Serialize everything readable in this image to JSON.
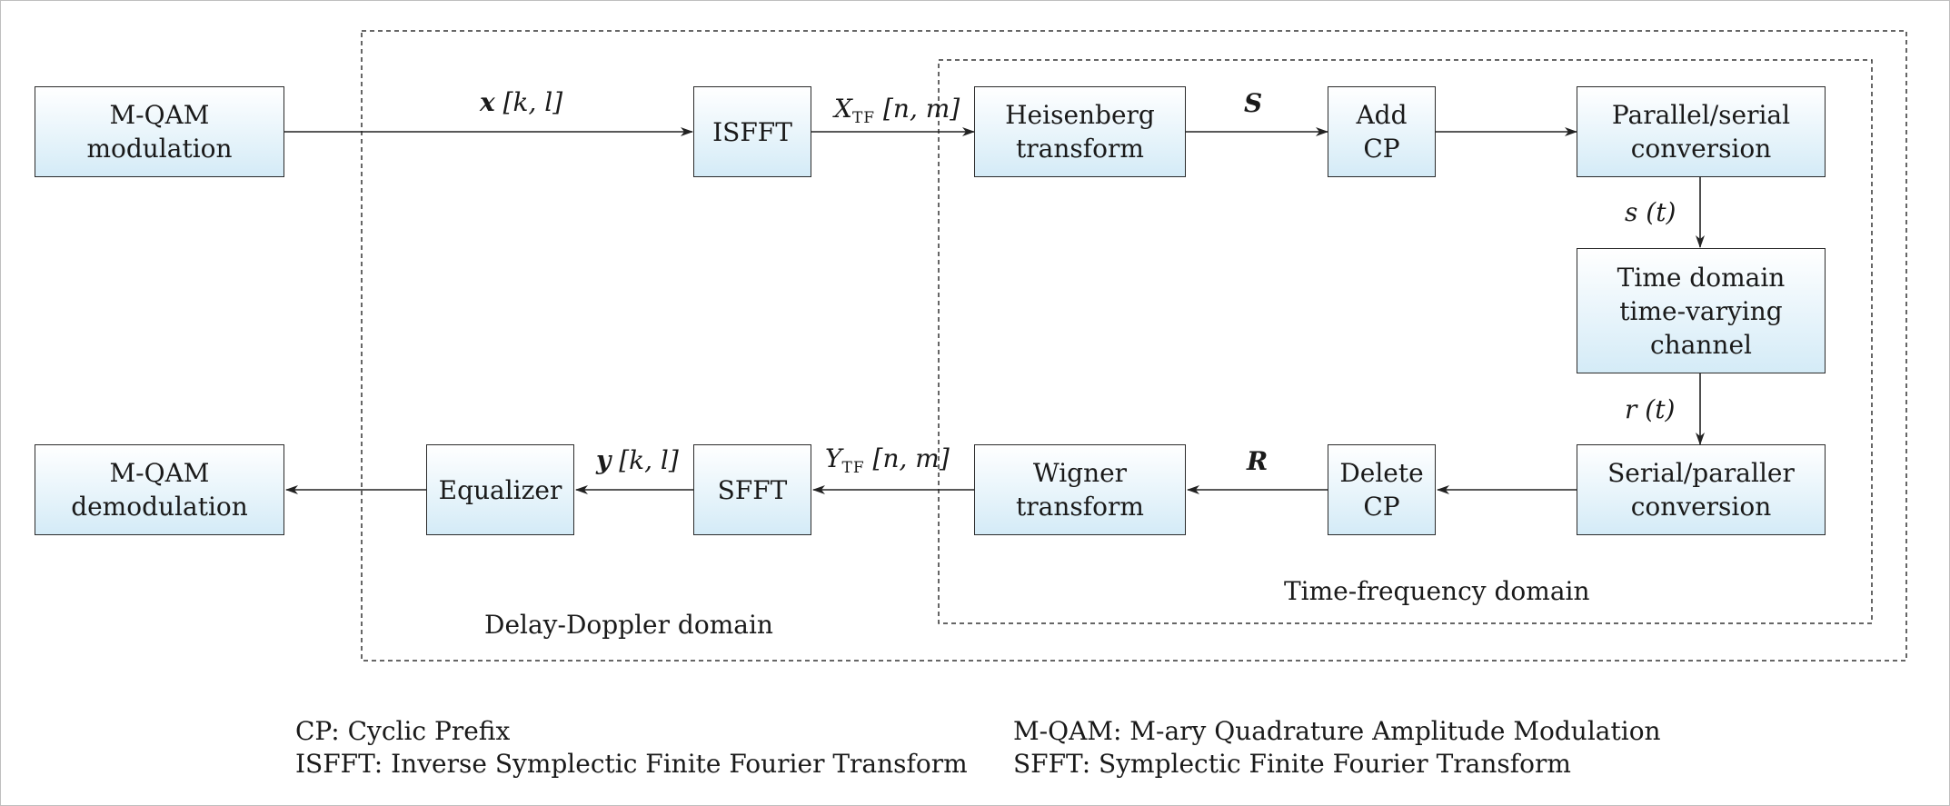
{
  "blocks": {
    "mqam_mod": "M-QAM\nmodulation",
    "isfft": "ISFFT",
    "heisenberg": "Heisenberg\ntransform",
    "add_cp": "Add\nCP",
    "par_serial": "Parallel/serial\nconversion",
    "channel": "Time domain\ntime-varying\nchannel",
    "serial_par": "Serial/paraller\nconversion",
    "delete_cp": "Delete\nCP",
    "wigner": "Wigner\ntransform",
    "sfft": "SFFT",
    "equalizer": "Equalizer",
    "mqam_demod": "M-QAM\ndemodulation"
  },
  "signals": {
    "x_var": "x",
    "x_idx": "[k, l]",
    "XTF_var": "X",
    "XTF_sub": "TF",
    "XTF_idx": "[n, m]",
    "S": "S",
    "s_var": "s",
    "s_arg": "(t)",
    "r_var": "r",
    "r_arg": "(t)",
    "R": "R",
    "YTF_var": "Y",
    "YTF_sub": "TF",
    "YTF_idx": "[n, m]",
    "y_var": "y",
    "y_idx": "[k, l]"
  },
  "regions": {
    "delay_doppler": "Delay-Doppler domain",
    "time_frequency": "Time-frequency domain"
  },
  "legend": {
    "cp": "CP: Cyclic Prefix",
    "isfft": "ISFFT: Inverse Symplectic Finite Fourier Transform",
    "mqam": "M-QAM: M-ary Quadrature Amplitude Modulation",
    "sfft": "SFFT: Symplectic Finite Fourier Transform"
  }
}
